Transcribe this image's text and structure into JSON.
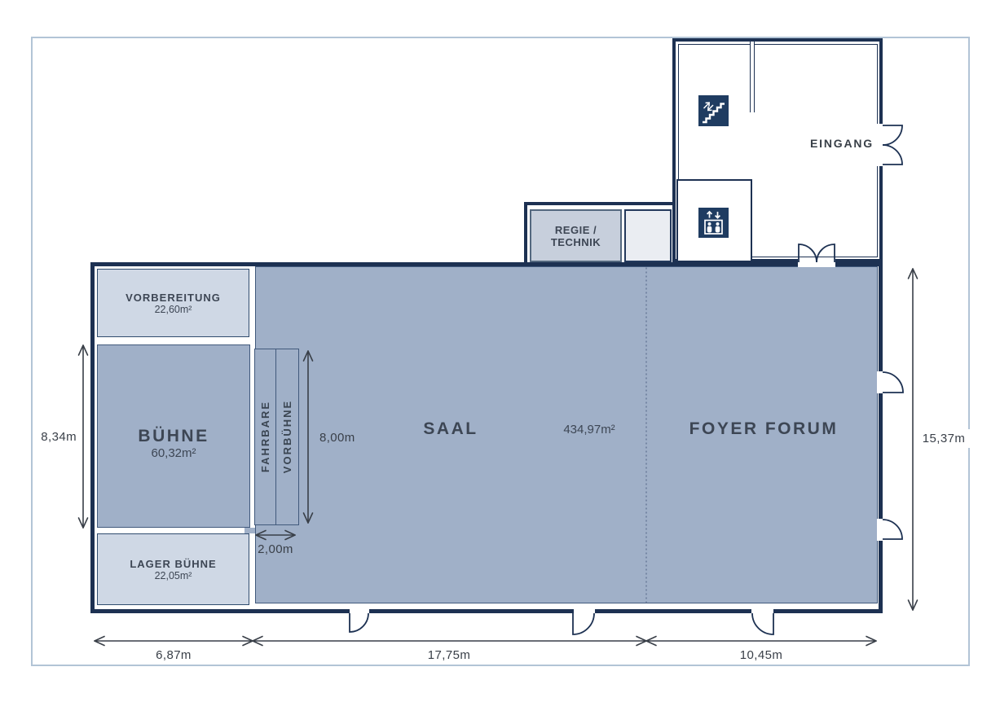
{
  "plan_title": "floor-plan",
  "rooms": {
    "vorbereitung": {
      "name": "VORBEREITUNG",
      "area": "22,60m²"
    },
    "buehne": {
      "name": "BÜHNE",
      "area": "60,32m²"
    },
    "lager_buehne": {
      "name": "LAGER BÜHNE",
      "area": "22,05m²"
    },
    "fahrbare_vorbuehne": {
      "line1": "FAHRBARE",
      "line2": "VORBÜHNE"
    },
    "saal": {
      "name": "SAAL",
      "area": "434,97m²"
    },
    "foyer_forum": {
      "name": "FOYER FORUM"
    },
    "regie_technik": {
      "line1": "REGIE /",
      "line2": "TECHNIK"
    },
    "eingang": {
      "name": "EINGANG"
    }
  },
  "dimensions": {
    "stage_height": "8,34m",
    "vorbuehne_height": "8,00m",
    "vorbuehne_width": "2,00m",
    "bottom_left": "6,87m",
    "bottom_middle": "17,75m",
    "bottom_right": "10,45m",
    "right_total": "15,37m"
  },
  "icons": {
    "stairs": "stairs-icon",
    "elevator": "elevator-icon"
  },
  "colors": {
    "wall": "#1d3152",
    "hall_fill": "#a0b0c8",
    "light_room_fill": "#cfd8e5",
    "regie_fill": "#c7cfdc",
    "side_room_fill": "#eaedf2",
    "icon_bg": "#1f3c61",
    "frame_border": "#b2c4d6",
    "dimension_color": "#393f48",
    "dotted_line": "#5a6c8c"
  }
}
